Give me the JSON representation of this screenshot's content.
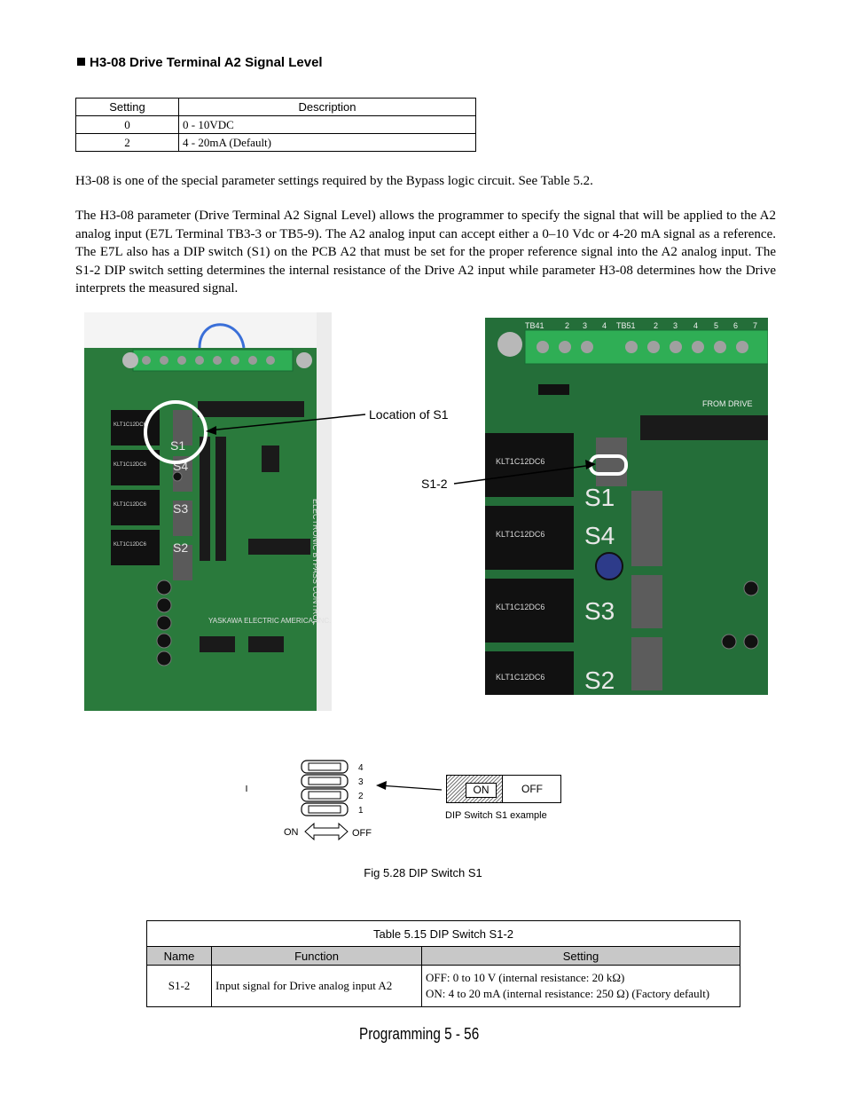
{
  "heading": "H3-08  Drive Terminal A2 Signal Level",
  "setting_table": {
    "headers": [
      "Setting",
      "Description"
    ],
    "rows": [
      [
        "0",
        "0 - 10VDC"
      ],
      [
        "2",
        "4 - 20mA (Default)"
      ]
    ]
  },
  "paragraph1": "H3-08 is one of the special parameter settings required by the Bypass logic circuit. See Table 5.2.",
  "paragraph2": "The H3-08 parameter (Drive Terminal A2 Signal Level) allows the programmer to specify the signal that will be applied to the A2 analog input (E7L Terminal TB3-3 or TB5-9). The A2 analog input can accept either a 0–10 Vdc or 4-20 mA signal as a reference. The E7L also has a DIP switch (S1) on the PCB A2 that must be set for the proper reference signal into the A2 analog input. The S1-2 DIP switch setting determines the internal resistance of the Drive A2 input while parameter H3-08 determines how the Drive interprets the measured signal.",
  "callouts": {
    "location": "Location of S1",
    "s12": "S1-2"
  },
  "board_left": {
    "switch_labels": [
      "S1",
      "S4",
      "S3",
      "S2"
    ],
    "relay_text": "KLT1C12DC6",
    "maker_text": "YASKAWA ELECTRIC AMERICA, INC.",
    "vertical_text": "ELECTRONIC BYPASS CONTROL"
  },
  "board_right": {
    "switch_labels": [
      "S1",
      "S4",
      "S3",
      "S2"
    ],
    "relay_text": "KLT1C12DC6",
    "header_text": "FROM DRIVE",
    "tb_labels": [
      "TB41",
      "TB51"
    ],
    "terminal_numbers": [
      "2",
      "3",
      "4",
      "2",
      "3",
      "4",
      "5",
      "6",
      "7"
    ]
  },
  "dip_diagram": {
    "positions": [
      "4",
      "3",
      "2",
      "1"
    ],
    "on_label": "ON",
    "off_label": "OFF"
  },
  "dip_example": {
    "on": "ON",
    "off": "OFF",
    "caption": "DIP Switch S1 example"
  },
  "figure_caption": "Fig 5.28  DIP Switch S1",
  "dip_table": {
    "caption": "Table 5.15  DIP Switch S1-2",
    "headers": [
      "Name",
      "Function",
      "Setting"
    ],
    "row": {
      "name": "S1-2",
      "function": "Input signal for Drive analog input A2",
      "setting_line1": "OFF: 0 to 10 V (internal resistance: 20 kΩ)",
      "setting_line2": "ON: 4 to 20 mA (internal resistance: 250 Ω) (Factory default)"
    }
  },
  "footer": "Programming  5 - 56"
}
